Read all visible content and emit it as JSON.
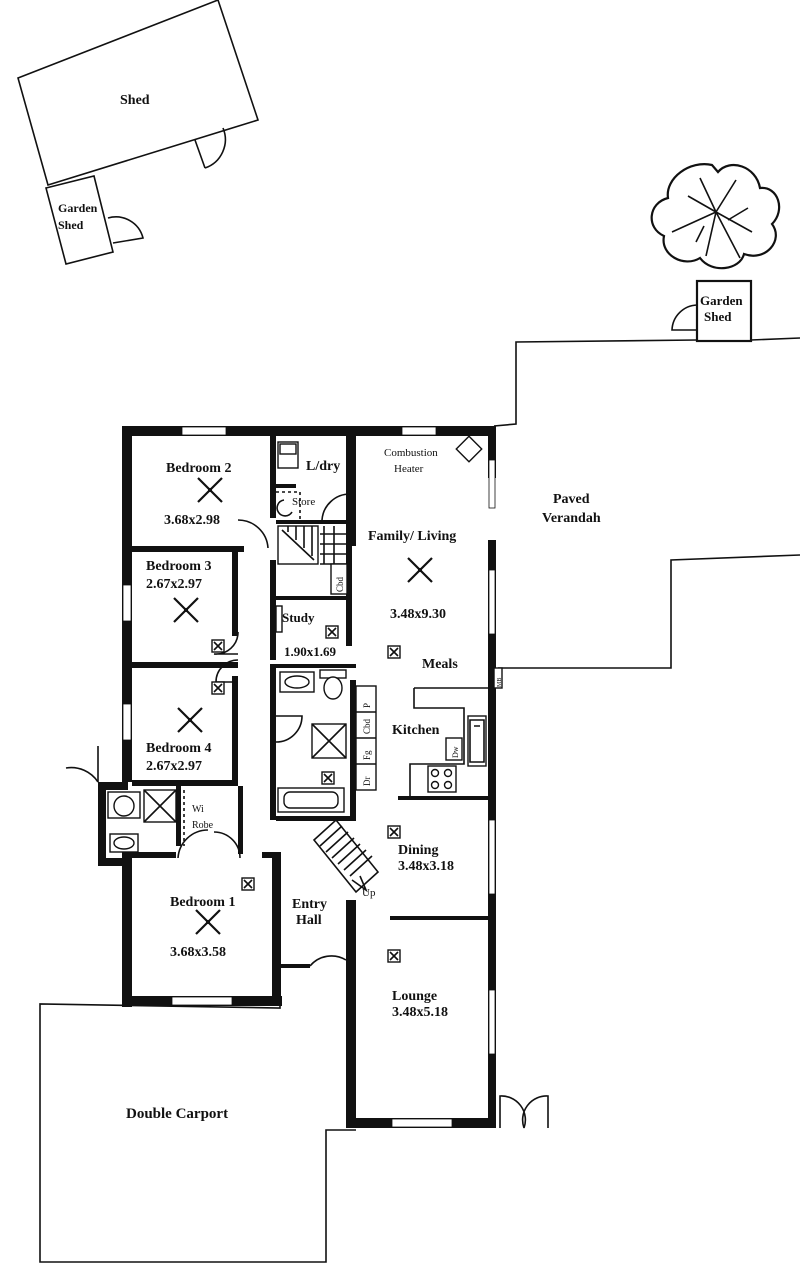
{
  "rooms": {
    "shed": "Shed",
    "garden_shed_left": "Garden Shed",
    "garden_shed_right": "Garden Shed",
    "paved_verandah": "Paved Verandah",
    "combustion_heater": "Combustion Heater",
    "laundry": "L/dry",
    "store": "Store",
    "cbd_laundry": "Cbd",
    "bedroom2": {
      "name": "Bedroom 2",
      "size": "3.68x2.98"
    },
    "bedroom3": {
      "name": "Bedroom 3",
      "size": "2.67x2.97"
    },
    "bedroom4": {
      "name": "Bedroom 4",
      "size": "2.67x2.97"
    },
    "bedroom1": {
      "name": "Bedroom 1",
      "size": "3.68x3.58"
    },
    "family_living": {
      "name": "Family/ Living",
      "size": "3.48x9.30"
    },
    "study": {
      "name": "Study",
      "size": "1.90x1.69"
    },
    "meals": "Meals",
    "kitchen": "Kitchen",
    "pantry": "P",
    "cbd_kitchen": "Cbd",
    "fridge": "Fg",
    "dryer": "Dr",
    "dishwasher": "Dw",
    "wi_robe": "Wi Robe",
    "entry_hall": "Entry Hall",
    "stairs_up": "Up",
    "dining": {
      "name": "Dining",
      "size": "3.48x3.18"
    },
    "lounge": {
      "name": "Lounge",
      "size": "3.48x5.18"
    },
    "double_carport": "Double Carport",
    "meter_box": "MB"
  }
}
